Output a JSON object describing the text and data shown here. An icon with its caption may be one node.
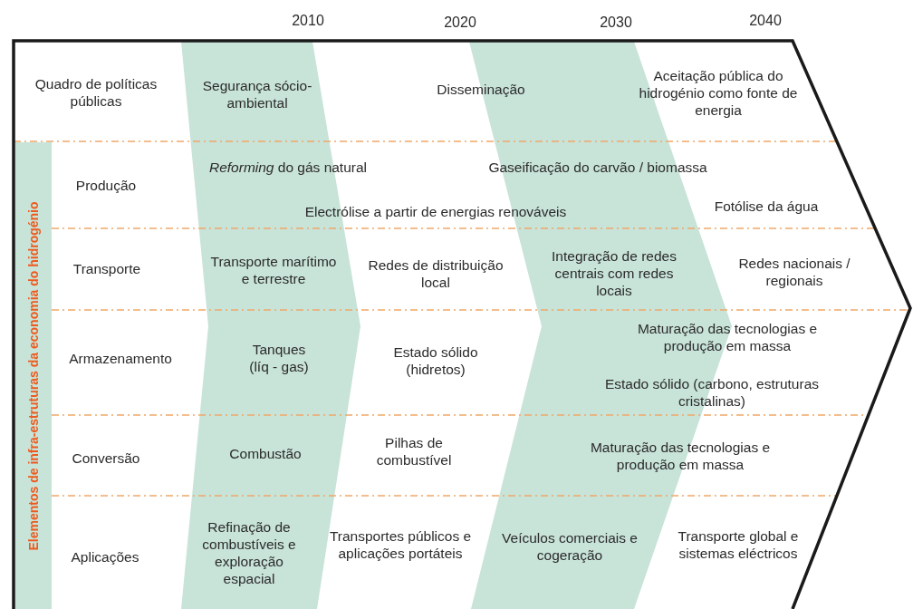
{
  "diagram": {
    "nodes": [
      {
        "text": [
          "Elementos de infra-estruturas da economia do hidrogénio"
        ]
      }
    ],
    "labels": [
      "2010",
      "2020",
      "2030",
      "2040",
      "Quadro de políticas públicas",
      "Segurança sócio-ambiental",
      "Disseminação",
      "Aceitação pública do hidrogénio como fonte de energia",
      "Produção",
      "*Reforming* do gás natural",
      "Gaseificação do carvão / biomassa",
      "Electrólise a partir de energias renováveis",
      "Fotólise da água",
      "Transporte",
      "Transporte marítimo e terrestre",
      "Redes de distribuição local",
      "Integração de redes centrais com redes locais",
      "Redes nacionais / regionais",
      "Armazenamento",
      "Tanques (líq - gas)",
      "Estado sólido (hidretos)",
      "Maturação das tecnologias e produção em massa",
      "Estado sólido (carbono, estruturas cristalinas)",
      "Conversão",
      "Combustão",
      "Pilhas de combustível",
      "Maturação das tecnologias e produção em massa",
      "Aplicações",
      "Refinação de combustíveis e exploração espacial",
      "Transportes públicos e aplicações portáteis",
      "Veículos comerciais e cogeração",
      "Transporte global e sistemas eléctricos"
    ]
  }
}
